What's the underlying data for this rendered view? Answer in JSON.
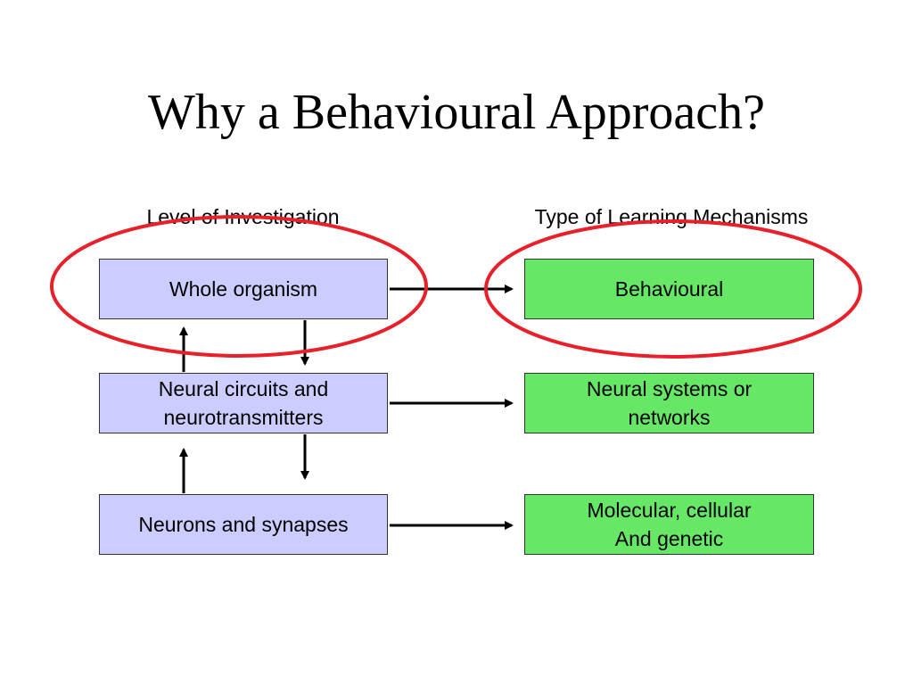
{
  "slide": {
    "title": "Why a Behavioural Approach?"
  },
  "headers": {
    "level": "Level of Investigation",
    "mechanisms": "Type of Learning Mechanisms"
  },
  "levels": [
    {
      "label": "Whole organism"
    },
    {
      "label": "Neural circuits and\nneurotransmitters"
    },
    {
      "label": "Neurons and synapses"
    }
  ],
  "mechanisms": [
    {
      "label": "Behavioural"
    },
    {
      "label": "Neural systems or\nnetworks"
    },
    {
      "label": "Molecular, cellular\nAnd genetic"
    }
  ],
  "colors": {
    "level_box": "#ccccff",
    "mechanism_box": "#66e866",
    "highlight_ellipse": "#e8202a",
    "arrow": "#000000"
  }
}
